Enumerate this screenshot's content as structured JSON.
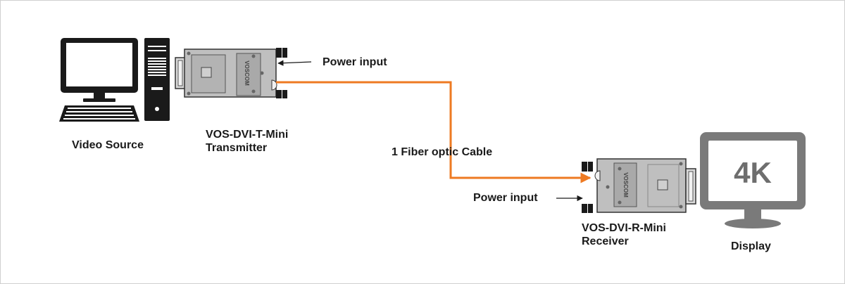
{
  "labels": {
    "video_source": "Video Source",
    "tx_model": "VOS-DVI-T-Mini",
    "tx_role": "Transmitter",
    "rx_model": "VOS-DVI-R-Mini",
    "rx_role": "Receiver",
    "display": "Display",
    "power_input_tx": "Power input",
    "power_input_rx": "Power input",
    "fiber": "1 Fiber optic Cable"
  },
  "brand": {
    "tx_label": "VOSCOM",
    "rx_label": "VOSCOM"
  },
  "display_screen_text": "4K",
  "colors": {
    "fiber": "#ee7a22",
    "device_body": "#bfbfbf",
    "device_panel": "#a9a9a9",
    "monitor": "#7a7a7a",
    "ink": "#1a1a1a"
  },
  "icons": {
    "source": "desktop-computer-icon",
    "display": "monitor-icon"
  }
}
